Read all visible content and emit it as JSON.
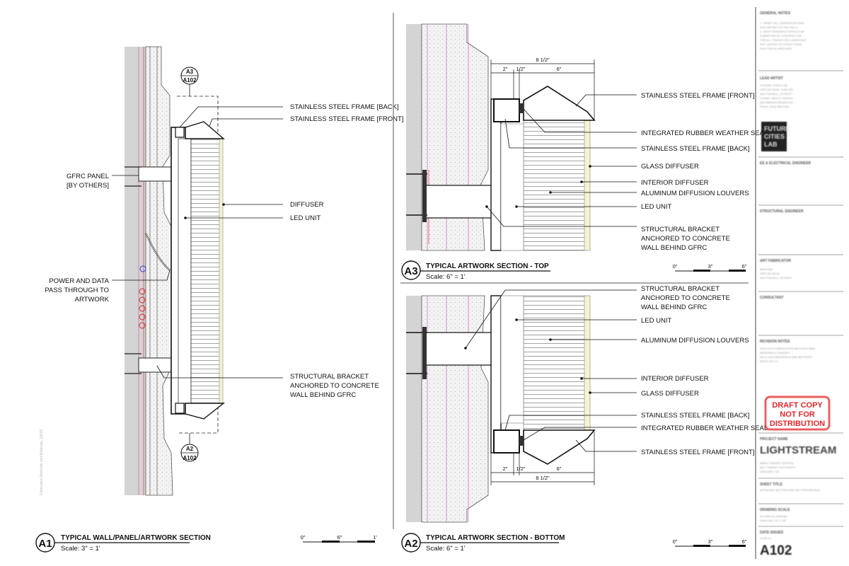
{
  "sheet": {
    "number": "A102",
    "project_name": "LIGHTSTREAM",
    "stamp_lines": [
      "DRAFT COPY",
      "NOT FOR",
      "DISTRIBUTION"
    ],
    "side_credit": "Fabrication Methods and Materials_19033"
  },
  "details": {
    "a1": {
      "id": "A1",
      "title": "TYPICAL WALL/PANEL/ARTWORK SECTION",
      "scale": "Scale: 3\" = 1'",
      "scale_bar": [
        "0\"",
        "6\"",
        "1'"
      ],
      "refs": [
        {
          "num": "A3",
          "sheet": "A102"
        },
        {
          "num": "A2",
          "sheet": "A102"
        }
      ],
      "labels": {
        "ss_back": "STAINLESS STEEL FRAME [BACK]",
        "ss_front": "STAINLESS STEEL FRAME [FRONT]",
        "gfrc_1": "GFRC PANEL",
        "gfrc_2": "[BY OTHERS]",
        "diffuser": "DIFFUSER",
        "led": "LED UNIT",
        "power_1": "POWER AND DATA",
        "power_2": "PASS THROUGH TO",
        "power_3": "ARTWORK",
        "bracket_1": "STRUCTURAL BRACKET",
        "bracket_2": "ANCHORED TO CONCRETE",
        "bracket_3": "WALL BEHIND GFRC"
      }
    },
    "a3": {
      "id": "A3",
      "title": "TYPICAL ARTWORK SECTION - TOP",
      "scale": "Scale: 6\" = 1'",
      "scale_bar": [
        "0\"",
        "3\"",
        "6\""
      ],
      "dims": {
        "overall": "8 1/2\"",
        "left": "2\"",
        "mid": "1/2\"",
        "right": "6\""
      },
      "labels": {
        "ss_front": "STAINLESS STEEL FRAME [FRONT]",
        "seal": "INTEGRATED RUBBER WEATHER SEAL",
        "ss_back": "STAINLESS STEEL FRAME [BACK]",
        "glass": "GLASS DIFFUSER",
        "interior": "INTERIOR DIFFUSER",
        "louvers": "ALUMINUM DIFFUSION LOUVERS",
        "led": "LED UNIT",
        "bracket_1": "STRUCTURAL BRACKET",
        "bracket_2": "ANCHORED TO CONCRETE",
        "bracket_3": "WALL BEHIND GFRC"
      }
    },
    "a2": {
      "id": "A2",
      "title": "TYPICAL ARTWORK SECTION - BOTTOM",
      "scale": "Scale: 6\" = 1'",
      "scale_bar": [
        "0\"",
        "3\"",
        "6\""
      ],
      "dims": {
        "overall": "8 1/2\"",
        "left": "2\"",
        "mid": "1/2\"",
        "right": "6\""
      },
      "labels": {
        "bracket_1": "STRUCTURAL BRACKET",
        "bracket_2": "ANCHORED TO CONCRETE",
        "bracket_3": "WALL BEHIND GFRC",
        "led": "LED UNIT",
        "louvers": "ALUMINUM DIFFUSION LOUVERS",
        "interior": "INTERIOR DIFFUSER",
        "glass": "GLASS DIFFUSER",
        "ss_back": "STAINLESS STEEL FRAME [BACK]",
        "seal": "INTEGRATED RUBBER WEATHER SEAL",
        "ss_front": "STAINLESS STEEL FRAME [FRONT]"
      }
    }
  },
  "title_block": {
    "general_notes_head": "GENERAL NOTES",
    "general_notes_body": [
      "1. VERIFY ALL DIMENSIONS AND",
      "SITE DETAILS IN THE FIELD.",
      "2. SHOP DRAWINGS SHOULD BE",
      "SUBMITTED BY CONTRACTOR",
      "FOR ALL TRADES INCLUDING BUT",
      "NOT LIMITED TO STRUCTURAL,",
      "ELECTRICAL AND DATA."
    ],
    "lead_artist_head": "LEAD ARTIST",
    "lead_artist_body": [
      "FUTURE CITIES LAB",
      "2325 3rd Street, Suite 325",
      "San Francisco, CA 94107",
      "Contact: Jason K Johnson",
      "jason@futurecitieslab.com",
      "Phone: (415) 555-0100"
    ],
    "logo_lines": [
      "FUTURE",
      "CITIES",
      "LAB"
    ],
    "eng_head": "EE & ELECTRICAL ENGINEER",
    "struct_head": "STRUCTURAL ENGINEER",
    "fab_head": "ART FABRICATOR",
    "fab_body": [
      "MACHINE",
      "2325 3rd Street",
      "San Francisco, CA 94107"
    ],
    "consultant_head": "CONSULTANT",
    "revision_head": "REVISION NOTES",
    "revision_body": [
      "05.09.2019 FABRICATION METHODS AND",
      "MATERIALS CONCEPT",
      "06.21.2019 MATERIALS AND METHODS",
      "MOCK-UP 1.0"
    ],
    "project_head": "PROJECT NAME",
    "project_sub": [
      "BMRA TRANSIT STATION",
      "BOY TRANSIT AUTHORITY",
      "OAKLAND, CA"
    ],
    "sheet_title_head": "SHEET TITLE",
    "sheet_title_body": "ARTWORK SECTION AND SECTION DETAILS",
    "scale_head": "DRAWING SCALE",
    "scale_body": [
      "As noted on drawings",
      "Sheet size: 24\" X 36\""
    ],
    "date_head": "DATE ISSUED",
    "date_body": "10.05.19"
  }
}
